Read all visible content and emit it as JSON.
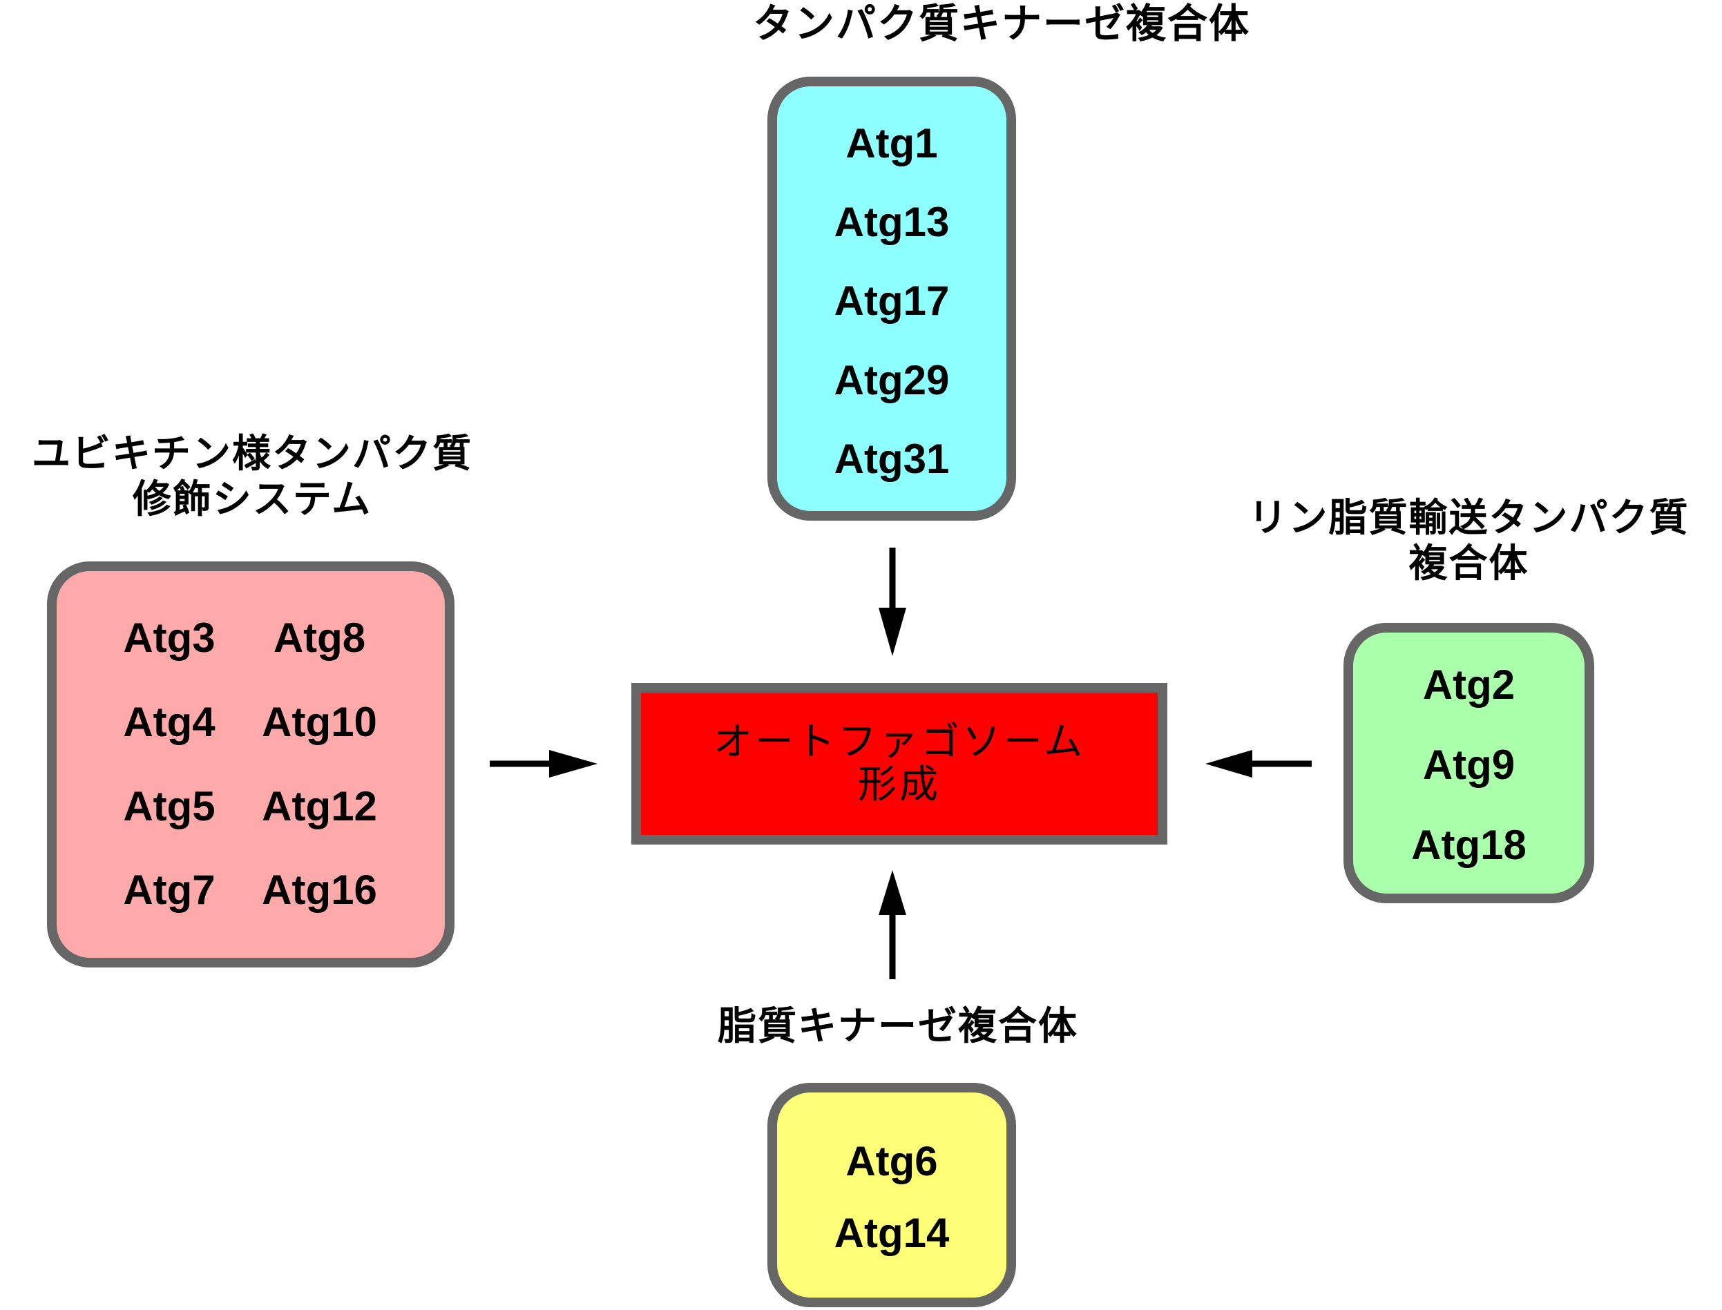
{
  "colors": {
    "border": "#666666",
    "protein_kinase_fill": "#8effff",
    "ubiquitin_fill": "#ffaaaa",
    "lipid_transfer_fill": "#aaffaa",
    "lipid_kinase_fill": "#ffff77",
    "center_fill": "#ff0000",
    "arrow": "#000000"
  },
  "center": {
    "line1": "オートファゴソーム",
    "line2": "形成"
  },
  "groups": {
    "protein_kinase": {
      "title": "タンパク質キナーゼ複合体",
      "genes": [
        "Atg1",
        "Atg13",
        "Atg17",
        "Atg29",
        "Atg31"
      ]
    },
    "ubiquitin": {
      "title_line1": "ユビキチン様タンパク質",
      "title_line2": "修飾システム",
      "genes_left": [
        "Atg3",
        "Atg4",
        "Atg5",
        "Atg7"
      ],
      "genes_right": [
        "Atg8",
        "Atg10",
        "Atg12",
        "Atg16"
      ]
    },
    "lipid_transfer": {
      "title_line1": "リン脂質輸送タンパク質",
      "title_line2": "複合体",
      "genes": [
        "Atg2",
        "Atg9",
        "Atg18"
      ]
    },
    "lipid_kinase": {
      "title": "脂質キナーゼ複合体",
      "genes": [
        "Atg6",
        "Atg14"
      ]
    }
  }
}
